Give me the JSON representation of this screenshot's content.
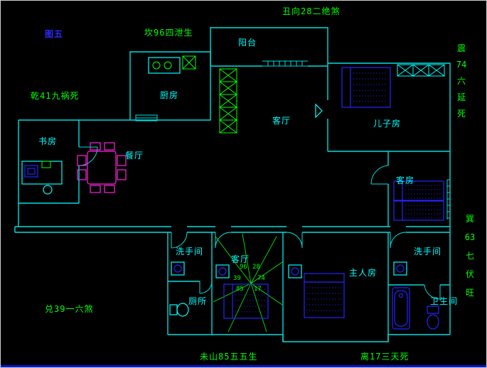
{
  "figure_label": "图五",
  "annotations": {
    "north_top": "丑向28二绝煞",
    "kan": "坎96四泄生",
    "qian": "乾41九祸死",
    "zhen": "震\n74\n六\n延\n死",
    "xun": "巽\n63\n七\n伏\n旺",
    "dui": "兑39一六煞",
    "wei": "未山85五五生",
    "li": "离17三天死"
  },
  "rooms": {
    "balcony": "阳台",
    "kitchen": "厨房",
    "living": "客厅",
    "son_room": "儿子房",
    "guest_room": "客房",
    "study": "书房",
    "dining": "餐厅",
    "washroom_left": "洗手间",
    "center_room": "客厅",
    "toilet": "厕所",
    "master_room": "主人房",
    "washroom_right": "洗手间",
    "bathroom": "卫生间"
  },
  "compass": [
    "96",
    "28",
    "39",
    "74",
    "85",
    "17"
  ],
  "colors": {
    "wall": "#00dddd",
    "annotation": "#00ff00",
    "room_label": "#00ffff",
    "furniture": "#2424ff",
    "dining_set": "#ff22dd",
    "figure": "#2a2aff"
  }
}
